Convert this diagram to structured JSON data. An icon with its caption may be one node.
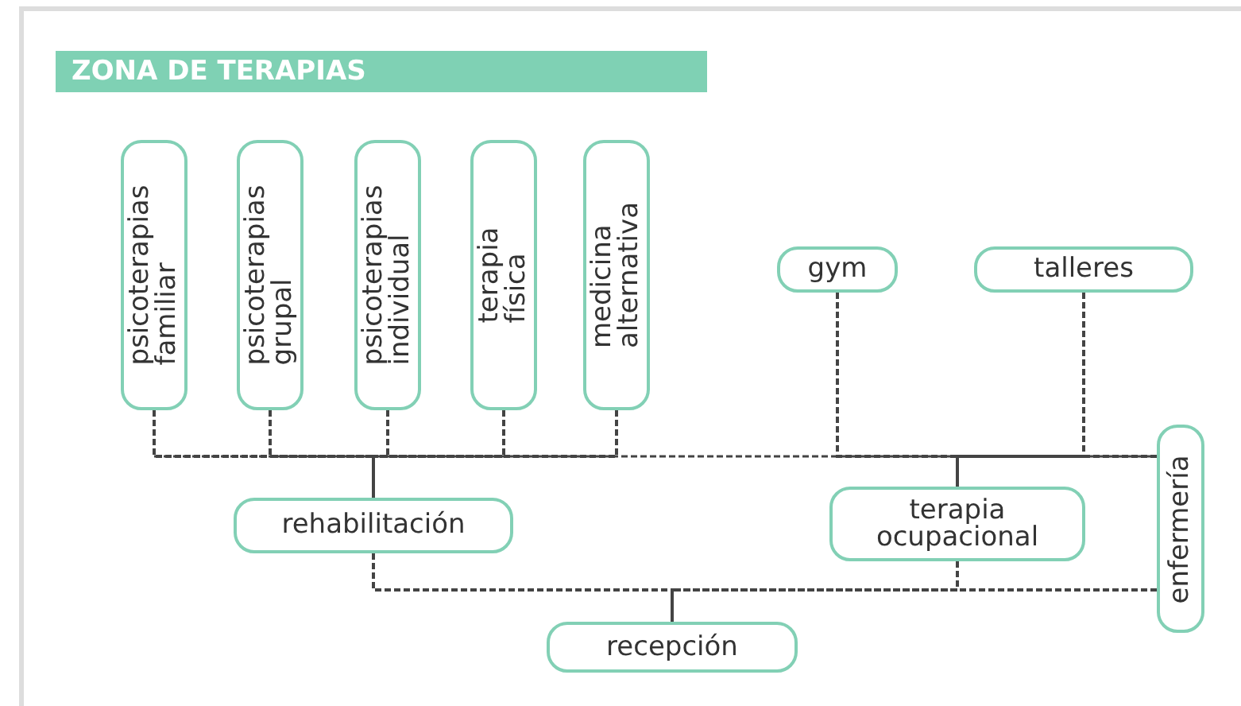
{
  "diagram": {
    "title": "ZONA DE TERAPIAS",
    "nodes": [
      {
        "text": [
          "psicoterapias familiar"
        ]
      },
      {
        "text": [
          "psicoterapias grupal"
        ]
      },
      {
        "text": [
          "psicoterapias individual"
        ]
      },
      {
        "text": [
          "terapia física"
        ]
      },
      {
        "text": [
          "medicina alternativa"
        ]
      },
      {
        "text": [
          "gym"
        ]
      },
      {
        "text": [
          "talleres"
        ]
      },
      {
        "text": [
          "enfermería"
        ]
      },
      {
        "text": [
          "rehabilitación"
        ]
      },
      {
        "text": [
          "terapia ocupacional"
        ]
      },
      {
        "text": [
          "recepción"
        ]
      }
    ],
    "edges": [
      {
        "from": 0,
        "to": 8,
        "arrow": "none",
        "style": "dashed"
      },
      {
        "from": 1,
        "to": 8,
        "arrow": "none",
        "style": "dashed"
      },
      {
        "from": 2,
        "to": 8,
        "arrow": "none",
        "style": "dashed"
      },
      {
        "from": 3,
        "to": 8,
        "arrow": "none",
        "style": "dashed"
      },
      {
        "from": 4,
        "to": 8,
        "arrow": "none",
        "style": "dashed"
      },
      {
        "from": 5,
        "to": 9,
        "arrow": "none",
        "style": "dashed"
      },
      {
        "from": 6,
        "to": 9,
        "arrow": "none",
        "style": "dashed"
      },
      {
        "from": 7,
        "to": 9,
        "arrow": "none",
        "style": "dashed"
      },
      {
        "from": 8,
        "to": 10,
        "arrow": "none",
        "style": "dashed"
      },
      {
        "from": 9,
        "to": 10,
        "arrow": "none",
        "style": "dashed"
      },
      {
        "from": 7,
        "to": 10,
        "arrow": "none",
        "style": "dashed"
      }
    ]
  }
}
